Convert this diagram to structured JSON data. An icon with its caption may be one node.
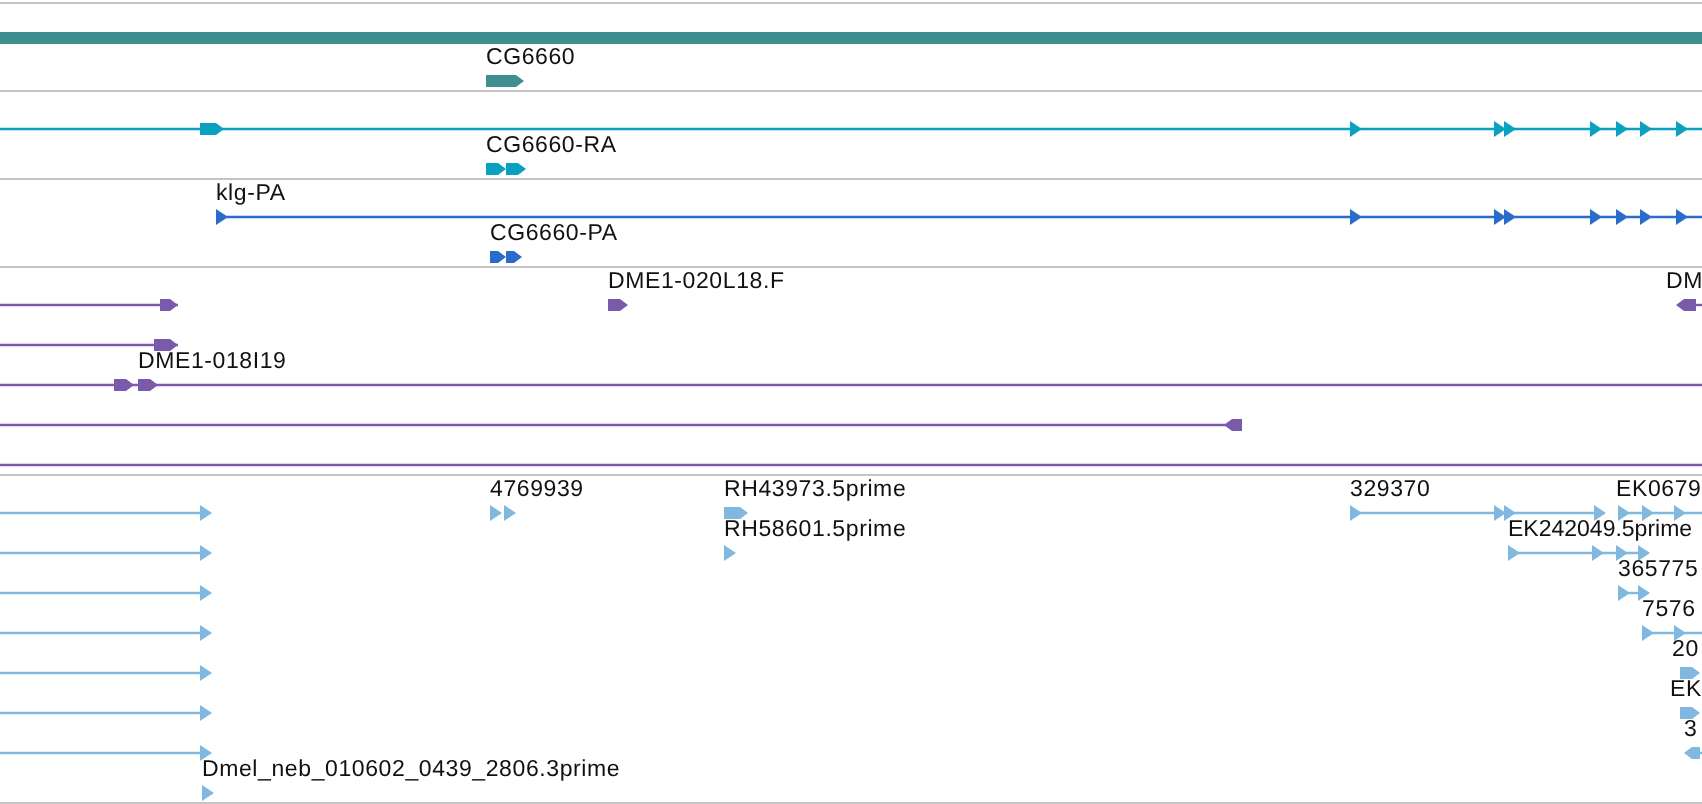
{
  "diagram": {
    "labels": [
      "CG6660",
      "CG6660-RA",
      "klg-PA",
      "CG6660-PA",
      "DME1-020L18.F",
      "DM",
      "DME1-018I19",
      "4769939",
      "RH43973.5prime",
      "329370",
      "EK0679",
      "RH58601.5prime",
      "EK242049.5prime",
      "365775",
      "7576",
      "20",
      "EK",
      "3",
      "Dmel_neb_010602_0439_2806.3prime"
    ]
  }
}
